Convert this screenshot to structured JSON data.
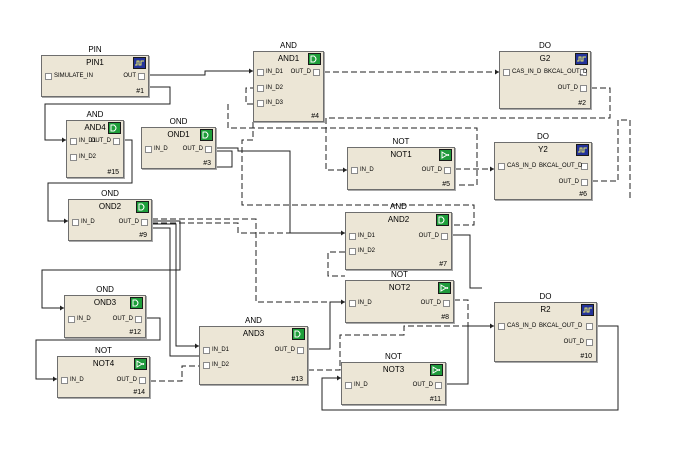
{
  "icons": {
    "logic": "gate-icon",
    "io": "io-waveform-icon",
    "not": "not-gate-icon"
  },
  "colors": {
    "logic_icon": "#1e9e3a",
    "io_icon": "#24339a",
    "block_fill": "#ece6d6"
  },
  "blocks": {
    "pin1": {
      "type": "PIN",
      "name": "PIN1",
      "in": [
        "SIMULATE_IN"
      ],
      "out": [
        "OUT"
      ],
      "num": "#1"
    },
    "and1": {
      "type": "AND",
      "name": "AND1",
      "in": [
        "IN_D1",
        "IN_D2",
        "IN_D3"
      ],
      "out": [
        "OUT_D"
      ],
      "num": "#4"
    },
    "g2": {
      "type": "DO",
      "name": "G2",
      "in": [
        "CAS_IN_D"
      ],
      "out": [
        "BKCAL_OUT_D",
        "OUT_D"
      ],
      "num": "#2"
    },
    "and4": {
      "type": "AND",
      "name": "AND4",
      "in": [
        "IN_D1",
        "IN_D2"
      ],
      "out": [
        "OUT_D"
      ],
      "num": "#15"
    },
    "ond1": {
      "type": "OND",
      "name": "OND1",
      "in": [
        "IN_D"
      ],
      "out": [
        "OUT_D"
      ],
      "num": "#3"
    },
    "not1": {
      "type": "NOT",
      "name": "NOT1",
      "in": [
        "IN_D"
      ],
      "out": [
        "OUT_D"
      ],
      "num": "#5"
    },
    "y2": {
      "type": "DO",
      "name": "Y2",
      "in": [
        "CAS_IN_D"
      ],
      "out": [
        "BKCAL_OUT_D",
        "OUT_D"
      ],
      "num": "#6"
    },
    "ond2": {
      "type": "OND",
      "name": "OND2",
      "in": [
        "IN_D"
      ],
      "out": [
        "OUT_D"
      ],
      "num": "#9"
    },
    "and2": {
      "type": "AND",
      "name": "AND2",
      "in": [
        "IN_D1",
        "IN_D2"
      ],
      "out": [
        "OUT_D"
      ],
      "num": "#7"
    },
    "not2": {
      "type": "NOT",
      "name": "NOT2",
      "in": [
        "IN_D"
      ],
      "out": [
        "OUT_D"
      ],
      "num": "#8"
    },
    "ond3": {
      "type": "OND",
      "name": "OND3",
      "in": [
        "IN_D"
      ],
      "out": [
        "OUT_D"
      ],
      "num": "#12"
    },
    "r2": {
      "type": "DO",
      "name": "R2",
      "in": [
        "CAS_IN_D"
      ],
      "out": [
        "BKCAL_OUT_D",
        "OUT_D"
      ],
      "num": "#10"
    },
    "and3": {
      "type": "AND",
      "name": "AND3",
      "in": [
        "IN_D1",
        "IN_D2"
      ],
      "out": [
        "OUT_D"
      ],
      "num": "#13"
    },
    "not4": {
      "type": "NOT",
      "name": "NOT4",
      "in": [
        "IN_D"
      ],
      "out": [
        "OUT_D"
      ],
      "num": "#14"
    },
    "not3": {
      "type": "NOT",
      "name": "NOT3",
      "in": [
        "IN_D"
      ],
      "out": [
        "OUT_D"
      ],
      "num": "#11"
    }
  }
}
